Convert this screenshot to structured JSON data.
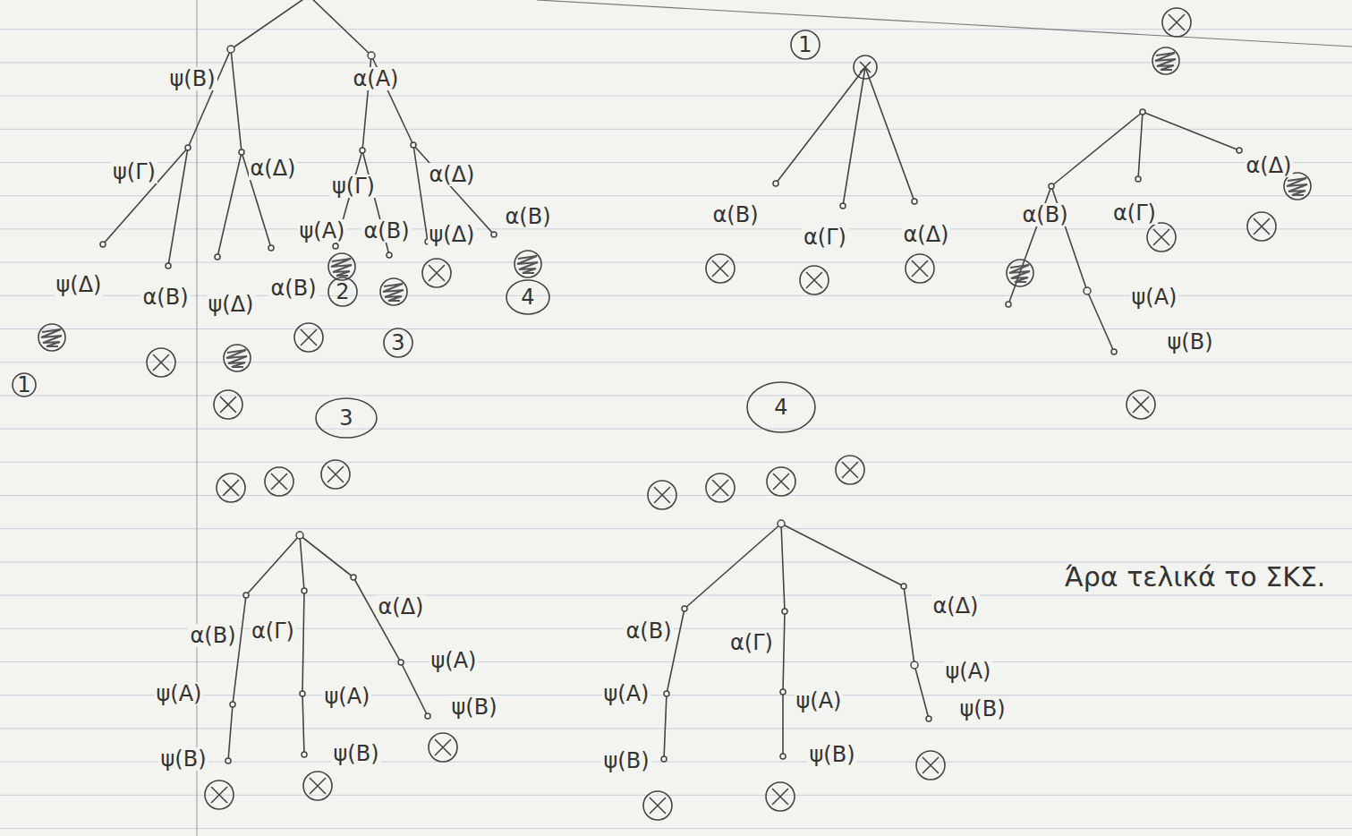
{
  "diagram": {
    "labels": [
      "ψ(Β)",
      "α(Α)",
      "ψ(Γ)",
      "α(Δ)",
      "ψ(Γ)",
      "α(Δ)",
      "ψ(Α)",
      "α(Β)",
      "ψ(Δ)",
      "α(Β)",
      "ψ(Δ)",
      "α(Β)",
      "ψ(Δ)",
      "α(Β)",
      "1",
      "2",
      "3",
      "4",
      "1",
      "α(Β)",
      "α(Γ)",
      "α(Δ)",
      "α(Β)",
      "α(Γ)",
      "α(Δ)",
      "ψ(Α)",
      "ψ(Β)",
      "4",
      "3",
      "α(Β)",
      "α(Γ)",
      "α(Δ)",
      "ψ(Α)",
      "ψ(Α)",
      "ψ(Α)",
      "ψ(Β)",
      "ψ(Β)",
      "ψ(Β)",
      "α(Β)",
      "α(Γ)",
      "α(Δ)",
      "ψ(Α)",
      "ψ(Α)",
      "ψ(Α)",
      "ψ(Β)",
      "ψ(Β)",
      "ψ(Β)",
      "Άρα τελικά το ΣΚΣ."
    ]
  }
}
